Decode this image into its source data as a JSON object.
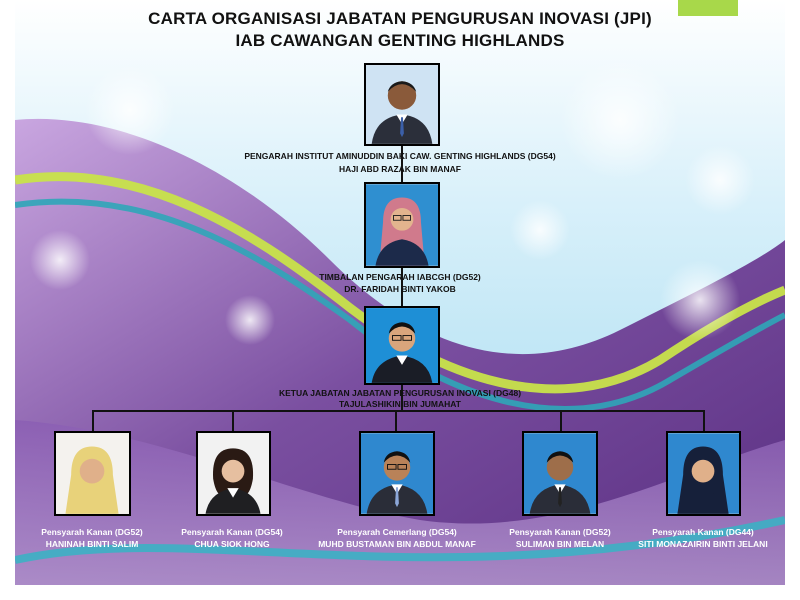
{
  "title": {
    "line1": "CARTA ORGANISASI JABATAN PENGURUSAN INOVASI (JPI)",
    "line2": "IAB CAWANGAN GENTING HIGHLANDS"
  },
  "colors": {
    "accent_green": "#a8d84a",
    "purple": "#7a4fa0",
    "teal": "#2fa6b8",
    "sky": "#bfe6f5"
  },
  "hierarchy": {
    "director": {
      "position": "PENGARAH INSTITUT AMINUDDIN BAKI CAW. GENTING HIGHLANDS (DG54)",
      "name": "HAJI ABD RAZAK BIN MANAF",
      "photo": "portrait-man-suit"
    },
    "deputy": {
      "position": "TIMBALAN PENGARAH IABCGH (DG52)",
      "name": "DR. FARIDAH BINTI YAKOB",
      "photo": "portrait-woman-hijab"
    },
    "head": {
      "position": "KETUA JABATAN JABATAN PENGURUSAN INOVASI (DG48)",
      "name": "TAJULASHIKIN BIN JUMAHAT",
      "photo": "portrait-man-glasses"
    }
  },
  "staff": [
    {
      "position": "Pensyarah Kanan (DG52)",
      "name": "HANINAH BINTI SALIM",
      "photo": "portrait-woman-hijab"
    },
    {
      "position": "Pensyarah Kanan (DG54)",
      "name": "CHUA SIOK HONG",
      "photo": "portrait-woman"
    },
    {
      "position": "Pensyarah Cemerlang (DG54)",
      "name": "MUHD BUSTAMAN BIN ABDUL MANAF",
      "photo": "portrait-man-suit"
    },
    {
      "position": "Pensyarah Kanan (DG52)",
      "name": "SULIMAN BIN MELAN",
      "photo": "portrait-man-suit"
    },
    {
      "position": "Pensyarah Kanan (DG44)",
      "name": "SITI MONAZAIRIN BINTI JELANI",
      "photo": "portrait-woman-hijab"
    }
  ]
}
